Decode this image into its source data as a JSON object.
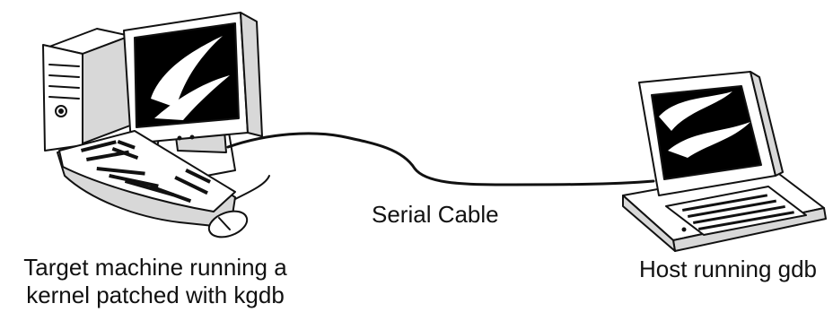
{
  "labels": {
    "target_line1": "Target machine running a",
    "target_line2": "kernel patched with kgdb",
    "cable": "Serial Cable",
    "host": "Host running gdb"
  },
  "colors": {
    "ink": "#111111",
    "paper": "#ffffff",
    "shade": "#d8d8d8",
    "screen": "#000000"
  }
}
